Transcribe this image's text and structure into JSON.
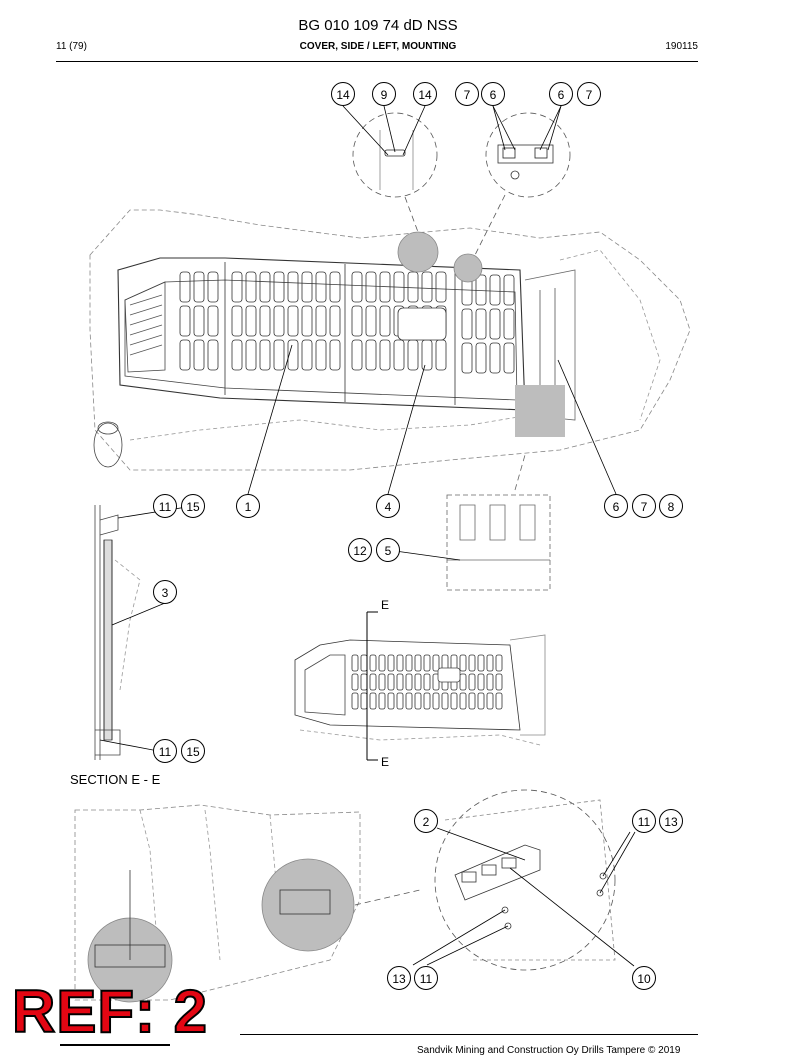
{
  "header": {
    "doc_title": "BG 010 109 74 dD NSS",
    "page": "11 (79)",
    "section": "COVER, SIDE / LEFT, MOUNTING",
    "date": "190115"
  },
  "labels": {
    "section_marker": "E",
    "section_title": "SECTION E - E"
  },
  "callouts": {
    "b01": "14",
    "b02": "9",
    "b03": "14",
    "b04": "7",
    "b05": "6",
    "b06": "6",
    "b07": "7",
    "b08": "11",
    "b09": "15",
    "b10": "1",
    "b11": "4",
    "b12": "6",
    "b13": "7",
    "b14": "8",
    "b15": "12",
    "b16": "5",
    "b17": "3",
    "b18": "11",
    "b19": "15",
    "b20": "2",
    "b21": "11",
    "b22": "13",
    "b23": "13",
    "b24": "11",
    "b25": "10"
  },
  "ref_stamp": "REF: 2",
  "footer": {
    "copyright": "Sandvik Mining and Construction Oy Drills Tampere © 2019"
  },
  "colors": {
    "line": "#555555",
    "shade": "#bdbdbd",
    "stamp": "#e30613"
  }
}
